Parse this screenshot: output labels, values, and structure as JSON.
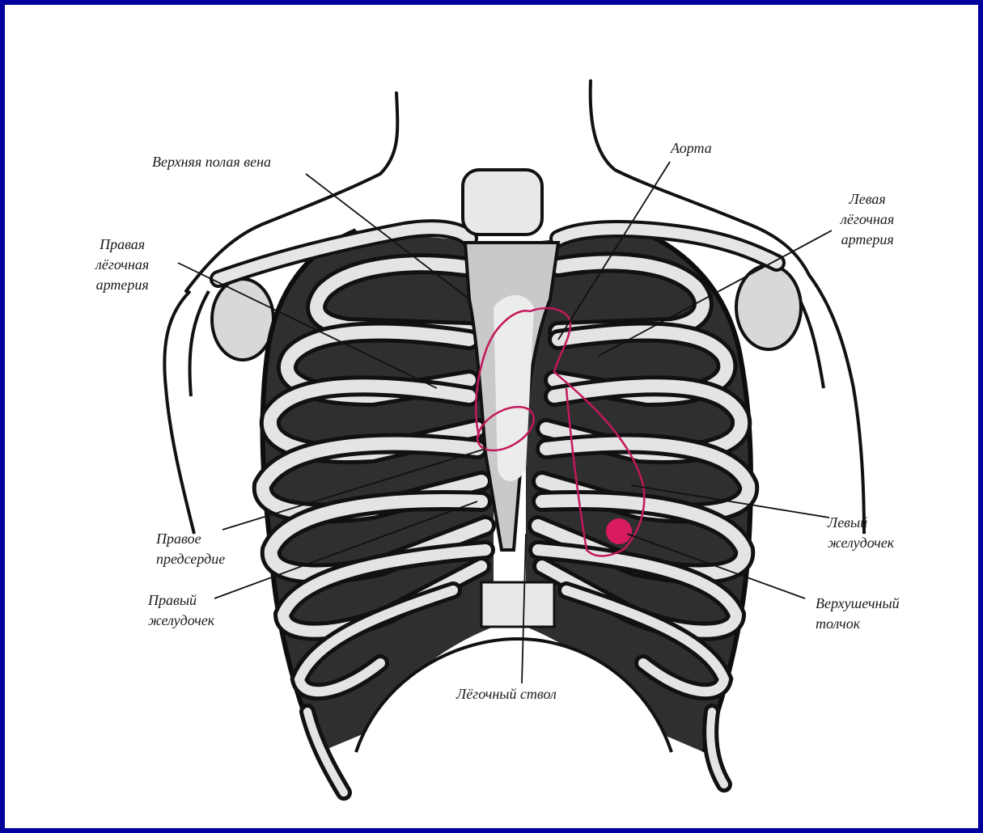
{
  "colors": {
    "frame_border": "#00009c",
    "background": "#ffffff",
    "ink": "#1a1a1a",
    "heart_outline": "#c2185b",
    "apex_marker": "#d81b60"
  },
  "labels": {
    "svc": "Верхняя полая вена",
    "aorta": "Аорта",
    "lpa": [
      "Левая",
      "лёгочная",
      "артерия"
    ],
    "rpa": [
      "Правая",
      "лёгочная",
      "артерия"
    ],
    "ra": [
      "Правое",
      "предсердие"
    ],
    "rv": [
      "Правый",
      "желудочек"
    ],
    "lv": [
      "Левый",
      "желудочек"
    ],
    "apex": [
      "Верхушечный",
      "толчок"
    ],
    "trunk": "Лёгочный ствол"
  }
}
